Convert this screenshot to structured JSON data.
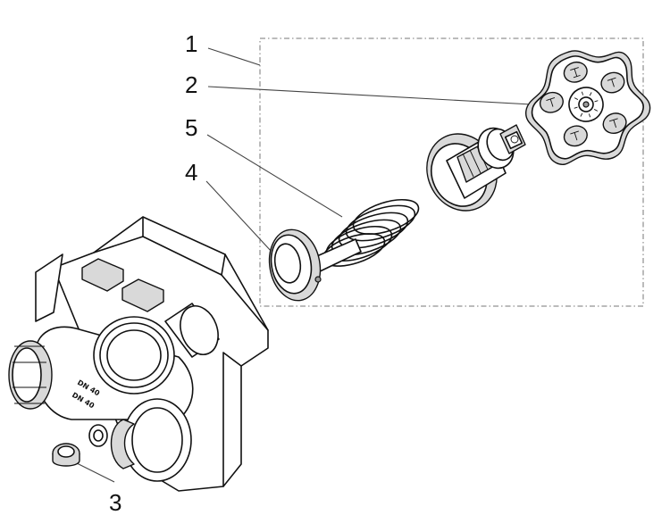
{
  "diagram": {
    "callouts": [
      {
        "id": "1",
        "label": "1"
      },
      {
        "id": "2",
        "label": "2"
      },
      {
        "id": "3",
        "label": "3"
      },
      {
        "id": "4",
        "label": "4"
      },
      {
        "id": "5",
        "label": "5"
      }
    ],
    "parts": [
      {
        "callout": "1",
        "icon": "kit-boundary-icon"
      },
      {
        "callout": "2",
        "icon": "handwheel-icon"
      },
      {
        "callout": "3",
        "icon": "plug-icon"
      },
      {
        "callout": "4",
        "icon": "valve-disc-icon"
      },
      {
        "callout": "5",
        "icon": "spring-icon"
      }
    ],
    "body_markings": [
      "DN 40",
      "DN 40"
    ]
  }
}
